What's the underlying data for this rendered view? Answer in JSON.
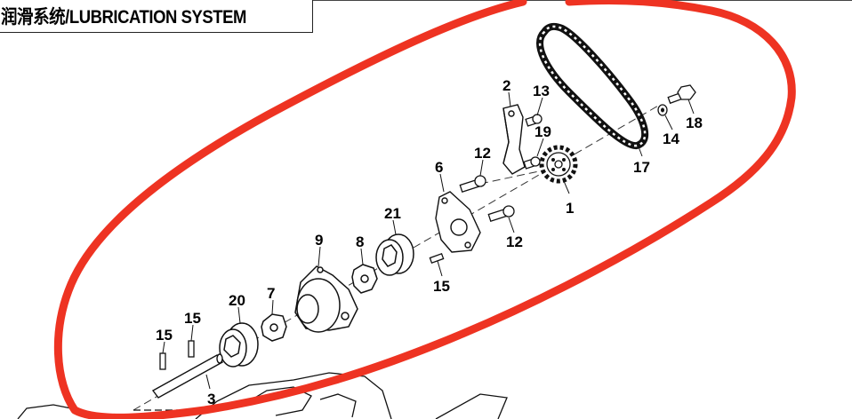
{
  "title": "润滑系统/LUBRICATION SYSTEM",
  "annotation_color": "#ee3322",
  "callouts": [
    {
      "id": "c2",
      "label": "2"
    },
    {
      "id": "c13",
      "label": "13"
    },
    {
      "id": "c19",
      "label": "19"
    },
    {
      "id": "c12a",
      "label": "12"
    },
    {
      "id": "c6",
      "label": "6"
    },
    {
      "id": "c1",
      "label": "1"
    },
    {
      "id": "c17",
      "label": "17"
    },
    {
      "id": "c14",
      "label": "14"
    },
    {
      "id": "c18",
      "label": "18"
    },
    {
      "id": "c21",
      "label": "21"
    },
    {
      "id": "c12b",
      "label": "12"
    },
    {
      "id": "c9",
      "label": "9"
    },
    {
      "id": "c8",
      "label": "8"
    },
    {
      "id": "c15a",
      "label": "15"
    },
    {
      "id": "c7",
      "label": "7"
    },
    {
      "id": "c20",
      "label": "20"
    },
    {
      "id": "c15b",
      "label": "15"
    },
    {
      "id": "c15c",
      "label": "15"
    },
    {
      "id": "c3",
      "label": "3"
    }
  ]
}
